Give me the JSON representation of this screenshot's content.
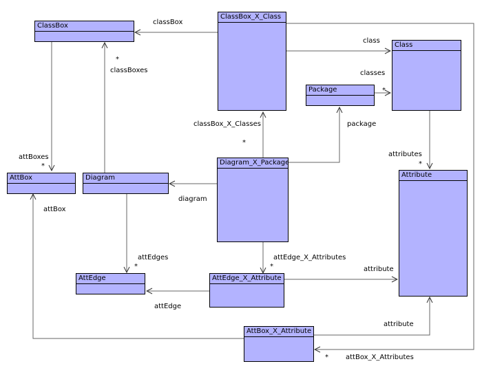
{
  "classes": {
    "classbox": "ClassBox",
    "classbox_x_class": "ClassBox_X_Class",
    "class": "Class",
    "package": "Package",
    "attbox": "AttBox",
    "diagram": "Diagram",
    "diagram_x_package": "Diagram_X_Package",
    "attribute": "Attribute",
    "attedge": "AttEdge",
    "attedge_x_attribute": "AttEdge_X_Attribute",
    "attbox_x_attribute": "AttBox_X_Attribute"
  },
  "labels": {
    "classbox_role": "classBox",
    "classboxes_mult": "*",
    "classboxes_role": "classBoxes",
    "class_role": "class",
    "classes_role": "classes",
    "classes_mult": "*",
    "package_role": "package",
    "attboxes_role": "attBoxes",
    "attboxes_mult": "*",
    "classbox_x_classes_role": "classBox_X_Classes",
    "classbox_x_classes_mult": "*",
    "attributes_role": "attributes",
    "attributes_mult": "*",
    "attbox_role": "attBox",
    "diagram_role": "diagram",
    "attedges_role": "attEdges",
    "attedges_mult": "*",
    "attedge_x_attributes_role": "attEdge_X_Attributes",
    "attedge_x_attributes_mult": "*",
    "attribute_role_1": "attribute",
    "attedge_role": "attEdge",
    "attribute_role_2": "attribute",
    "attbox_x_attributes_mult": "*",
    "attbox_x_attributes_role": "attBox_X_Attributes"
  }
}
